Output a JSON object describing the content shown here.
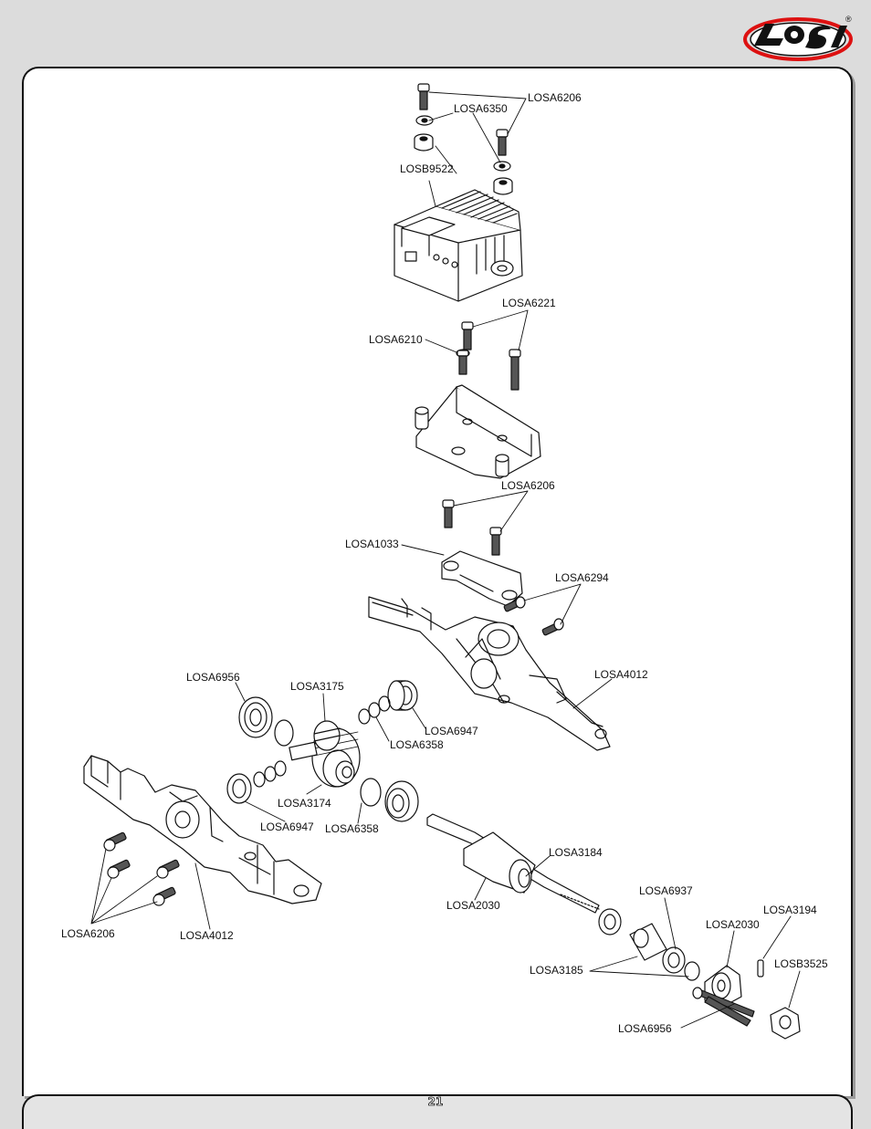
{
  "brand": {
    "logo_text": "LOSI",
    "registered_mark": "®"
  },
  "page_number": "21",
  "labels": {
    "l01": "LOSA6206",
    "l02": "LOSA6350",
    "l03": "LOSB9522",
    "l04": "LOSA6221",
    "l05": "LOSA6210",
    "l06": "LOSA6206",
    "l07": "LOSA1033",
    "l08": "LOSA6294",
    "l09": "LOSA4012",
    "l10": "LOSA6956",
    "l11": "LOSA3175",
    "l12": "LOSA6947",
    "l13": "LOSA6358",
    "l14": "LOSA3174",
    "l15": "LOSA6947",
    "l16": "LOSA6358",
    "l17": "LOSA3184",
    "l18": "LOSA2030",
    "l19": "LOSA6937",
    "l20": "LOSA3194",
    "l21": "LOSA2030",
    "l22": "LOSB3525",
    "l23": "LOSA3185",
    "l24": "LOSA6956",
    "l25": "LOSA6206",
    "l26": "LOSA4012"
  }
}
